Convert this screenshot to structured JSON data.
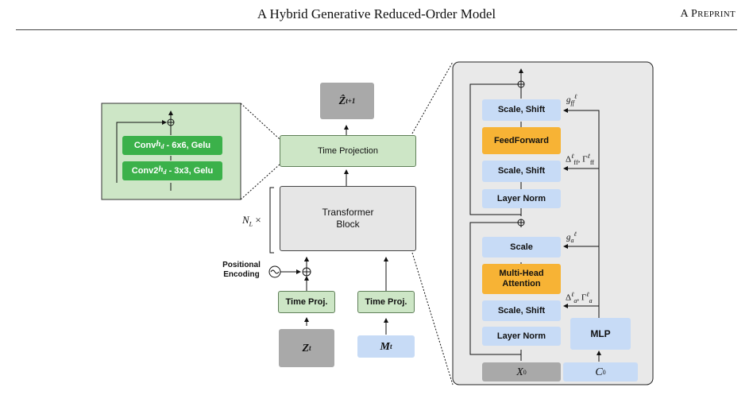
{
  "header": {
    "title": "A Hybrid Generative Reduced-Order Model",
    "right": "A PREPRINT"
  },
  "conv_inset": {
    "conv1": "Convh_d - 6x6, Gelu",
    "conv2": "Conv2h_d - 3x3, Gelu"
  },
  "blocks": {
    "z_next": "Ẑ_t+1",
    "time_projection": "Time Projection",
    "transformer_block": "Transformer\nBlock",
    "repeat": "N_L ×",
    "positional_encoding": "Positional\nEncoding",
    "time_proj_left": "Time Proj.",
    "time_proj_right": "Time Proj.",
    "z_t": "Z_t",
    "m_t": "M_t"
  },
  "detail": {
    "scale_shift_top": "Scale, Shift",
    "feedforward": "FeedForward",
    "scale_shift_mid": "Scale, Shift",
    "layer_norm_top": "Layer Norm",
    "scale": "Scale",
    "multihead": "Multi-Head\nAttention",
    "scale_shift_bottom": "Scale, Shift",
    "layer_norm_bottom": "Layer Norm",
    "mlp": "MLP",
    "x0": "X^0",
    "c0": "C^0",
    "g_ff": "g_ff^ℓ",
    "delta_ff": "Δ_ff^ℓ, Γ_ff^ℓ",
    "g_a": "g_a^ℓ",
    "delta_a": "Δ_a^ℓ, Γ_a^ℓ"
  },
  "colors": {
    "green_light": "#cde6c6",
    "green_dark": "#3bb14a",
    "blue": "#c7dbf6",
    "orange": "#f7b335",
    "grey": "#e6e6e6",
    "grey_dark": "#a9a9a9"
  }
}
